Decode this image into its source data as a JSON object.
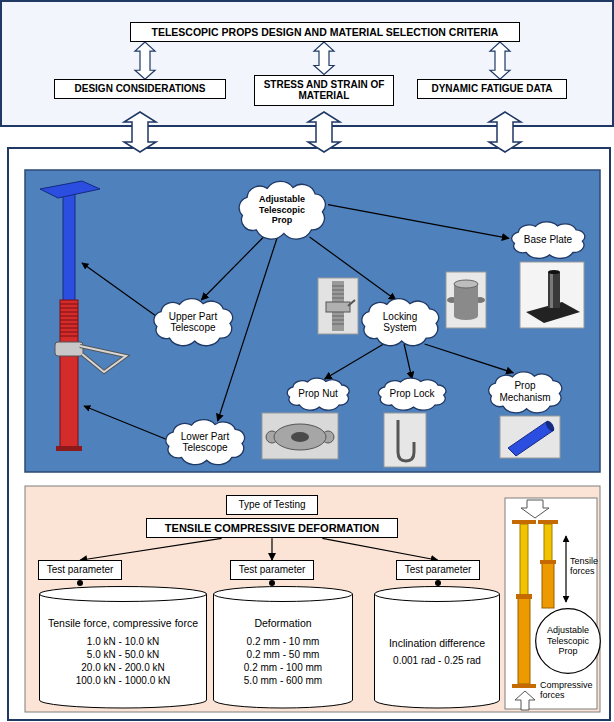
{
  "diagram": {
    "nodes": [
      {
        "text": [
          "TELESCOPIC PROPS DESIGN AND MATERIAL SELECTION CRITERIA"
        ]
      },
      {
        "text": [
          "DESIGN CONSIDERATIONS"
        ]
      },
      {
        "text": [
          "STRESS AND STRAIN OF MATERIAL"
        ]
      },
      {
        "text": [
          "DYNAMIC FATIGUE DATA"
        ]
      },
      {
        "text": [
          "Adjustable Telescopic Prop"
        ]
      },
      {
        "text": [
          "Base Plate"
        ]
      },
      {
        "text": [
          "Upper Part Telescope"
        ]
      },
      {
        "text": [
          "Locking System"
        ]
      },
      {
        "text": [
          "Prop Nut"
        ]
      },
      {
        "text": [
          "Prop Lock"
        ]
      },
      {
        "text": [
          "Prop Mechanism"
        ]
      },
      {
        "text": [
          "Lower Part Telescope"
        ]
      },
      {
        "text": [
          "Type of Testing"
        ]
      },
      {
        "text": [
          "TENSILE COMPRESSIVE DEFORMATION"
        ]
      },
      {
        "text": [
          "Test parameter"
        ]
      },
      {
        "text": [
          "Test parameter"
        ]
      },
      {
        "text": [
          "Test parameter"
        ]
      },
      {
        "text": [
          "Tensile force, compressive force",
          "1.0 kN - 10.0 kN",
          "5.0 kN - 50.0 kN",
          "20.0 kN - 200.0 kN",
          "100.0 kN - 1000.0 kN"
        ]
      },
      {
        "text": [
          "Deformation",
          "0.2 mm - 10 mm",
          "0.2 mm - 50 mm",
          "0.2 mm - 100 mm",
          "5.0 mm - 600 mm"
        ]
      },
      {
        "text": [
          "Inclination difference",
          "0.001 rad - 0.25 rad"
        ]
      },
      {
        "text": [
          "Adjustable Telescopic Prop"
        ]
      }
    ],
    "edges": [
      {
        "from": 0,
        "to": 1,
        "arrow": "both"
      },
      {
        "from": 0,
        "to": 2,
        "arrow": "both"
      },
      {
        "from": 0,
        "to": 3,
        "arrow": "both"
      },
      {
        "from": 4,
        "to": 6,
        "arrow": "to"
      },
      {
        "from": 4,
        "to": 11,
        "arrow": "to"
      },
      {
        "from": 4,
        "to": 7,
        "arrow": "to"
      },
      {
        "from": 4,
        "to": 5,
        "arrow": "to"
      },
      {
        "from": 7,
        "to": 8,
        "arrow": "to"
      },
      {
        "from": 7,
        "to": 9,
        "arrow": "to"
      },
      {
        "from": 7,
        "to": 10,
        "arrow": "to"
      },
      {
        "from": 13,
        "to": 14,
        "arrow": "to"
      },
      {
        "from": 13,
        "to": 15,
        "arrow": "to"
      },
      {
        "from": 13,
        "to": 16,
        "arrow": "to"
      }
    ],
    "labels": [
      "Tensile forces",
      "Compressive forces"
    ]
  }
}
